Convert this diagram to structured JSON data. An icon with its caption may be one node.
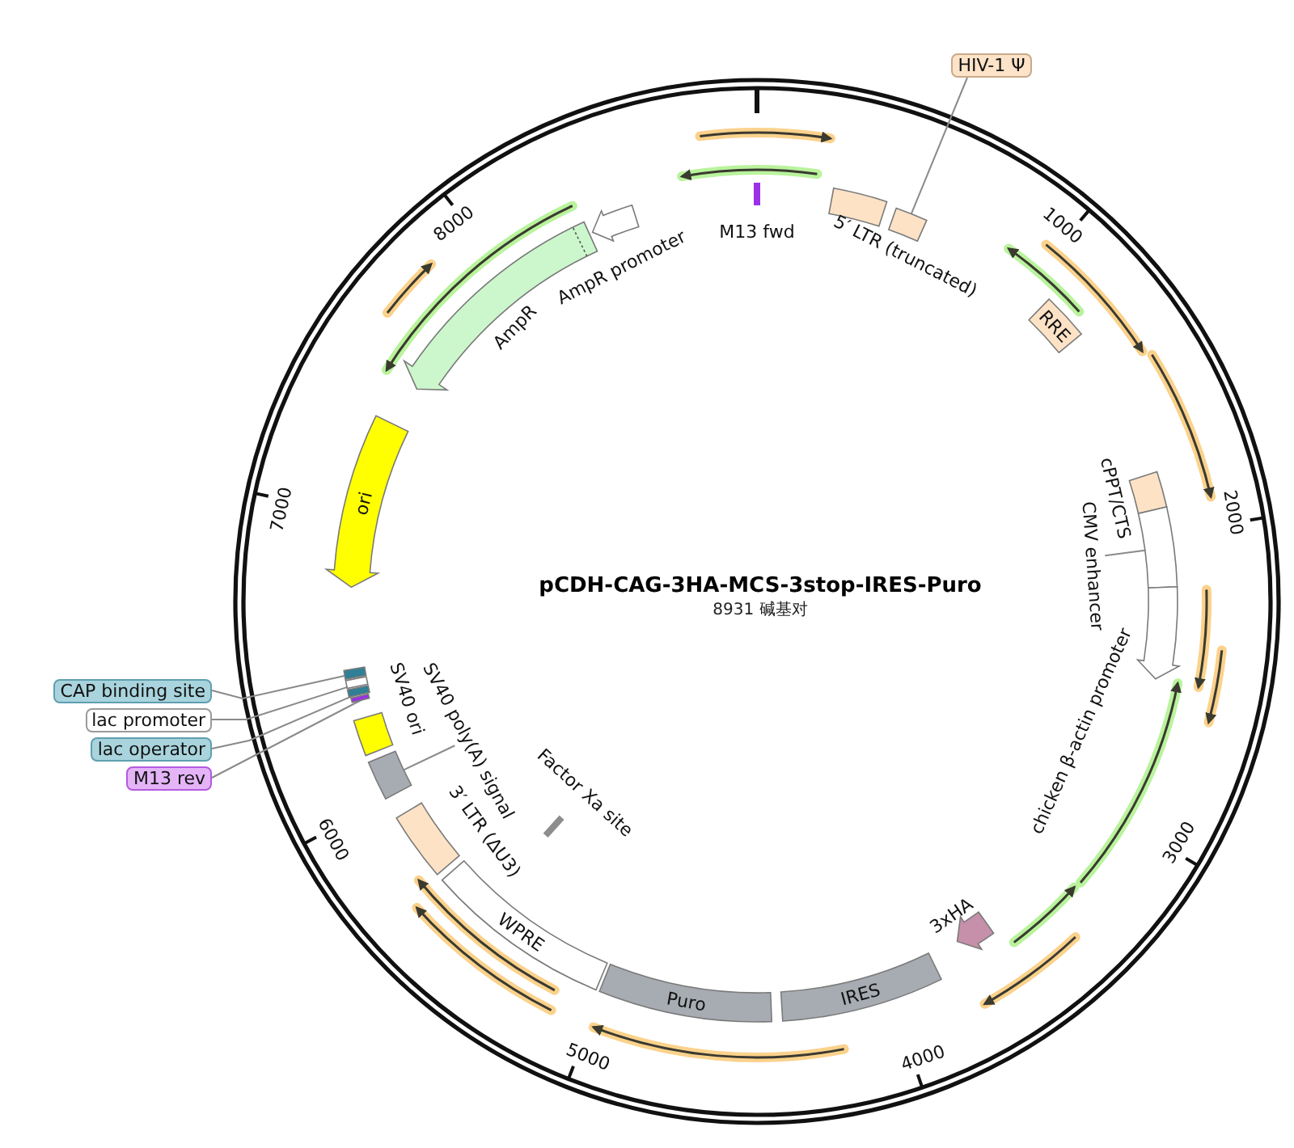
{
  "diagram": {
    "title": "pCDH-CAG-3HA-MCS-3stop-IRES-Puro",
    "nodes": [
      {
        "text": [
          "HIV-1 Ψ"
        ]
      },
      {
        "text": [],
        "shape": "bar",
        "beside": [
          "M13 fwd"
        ]
      },
      {
        "text": [],
        "shape": "box",
        "beside": [
          "5′ LTR (truncated)"
        ]
      },
      {
        "text": [],
        "shape": "box"
      },
      {
        "text": [],
        "shape": "arrow",
        "beside": [
          "AmpR promoter"
        ]
      },
      {
        "text": [],
        "shape": "arrow",
        "beside": [
          "AmpR"
        ]
      },
      {
        "text": [
          "RRE"
        ]
      },
      {
        "text": [
          "ori"
        ]
      },
      {
        "text": [],
        "shape": "box",
        "beside": [
          "cPPT/CTS"
        ]
      },
      {
        "text": [],
        "shape": "box"
      },
      {
        "text": [
          "CMV enhancer"
        ]
      },
      {
        "text": [],
        "shape": "arrow",
        "beside": [
          "chicken β-actin promoter"
        ]
      },
      {
        "text": [
          "CAP binding site"
        ]
      },
      {
        "text": [
          "lac promoter"
        ]
      },
      {
        "text": [
          "lac operator"
        ]
      },
      {
        "text": [
          "M13 rev"
        ]
      },
      {
        "text": [],
        "shape": "box"
      },
      {
        "text": [],
        "shape": "box"
      },
      {
        "text": [],
        "shape": "box"
      },
      {
        "text": [],
        "shape": "box"
      },
      {
        "text": [],
        "shape": "box",
        "beside": [
          "SV40 ori"
        ]
      },
      {
        "text": [],
        "shape": "box"
      },
      {
        "text": [
          "SV40 poly(A) signal"
        ]
      },
      {
        "text": [],
        "shape": "box",
        "beside": [
          "3′ LTR (ΔU3)"
        ]
      },
      {
        "text": [],
        "shape": "bar",
        "beside": [
          "Factor Xa site"
        ]
      },
      {
        "text": [
          "WPRE"
        ]
      },
      {
        "text": [
          "Puro"
        ]
      },
      {
        "text": [
          "IRES"
        ]
      },
      {
        "text": [],
        "shape": "arrow",
        "beside": [
          "3xHA"
        ]
      }
    ],
    "edges": [
      {
        "from": 0,
        "to": 3,
        "arrow": "none"
      },
      {
        "from": 10,
        "to": 9,
        "arrow": "none"
      },
      {
        "from": 12,
        "to": 16,
        "arrow": "none"
      },
      {
        "from": 13,
        "to": 17,
        "arrow": "none"
      },
      {
        "from": 14,
        "to": 18,
        "arrow": "none"
      },
      {
        "from": 15,
        "to": 19,
        "arrow": "none"
      },
      {
        "from": 22,
        "to": 21,
        "arrow": "none"
      }
    ],
    "labels": [
      "8931 碱基对",
      "1000",
      "2000",
      "3000",
      "4000",
      "5000",
      "6000",
      "7000",
      "8000"
    ]
  }
}
